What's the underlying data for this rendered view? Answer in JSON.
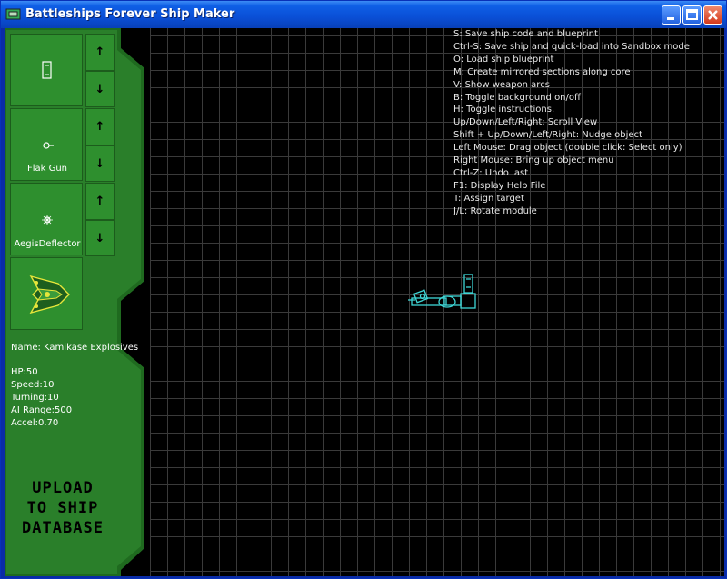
{
  "window": {
    "title": "Battleships Forever Ship Maker",
    "controls": [
      "minimize",
      "maximize",
      "close"
    ]
  },
  "sidebar": {
    "slots": [
      {
        "label": "",
        "icon": "turret-module-icon"
      },
      {
        "label": "Flak Gun",
        "icon": "flak-gun-icon"
      },
      {
        "label": "AegisDeflector",
        "icon": "aegis-deflector-icon"
      },
      {
        "label": "",
        "icon": "ship-preview-icon"
      }
    ],
    "arrows": {
      "up": "↑",
      "down": "↓"
    },
    "name_label": "Name: Kamikase Explosives",
    "stats": [
      "HP:50",
      "Speed:10",
      "Turning:10",
      "AI Range:500",
      "Accel:0.70"
    ],
    "upload_lines": [
      "UPLOAD",
      "TO SHIP",
      "DATABASE"
    ]
  },
  "help_lines": [
    "S: Save ship code and blueprint",
    "Ctrl-S: Save ship and quick-load into Sandbox mode",
    "O: Load ship blueprint",
    "M: Create mirrored sections along core",
    "V: Show weapon arcs",
    "B: Toggle background on/off",
    "H: Toggle instructions.",
    "Up/Down/Left/Right: Scroll View",
    "Shift + Up/Down/Left/Right: Nudge object",
    "Left Mouse: Drag object (double click: Select only)",
    "Right Mouse: Bring up object menu",
    "Ctrl-Z: Undo last",
    "F1: Display Help File",
    "T: Assign target",
    "J/L: Rotate module"
  ],
  "colors": {
    "panel_green": "#2e8f2e",
    "panel_dark": "#1f6a1f",
    "ship_outline": "#3fd6d6",
    "grid_line": "#3a3a3a"
  }
}
